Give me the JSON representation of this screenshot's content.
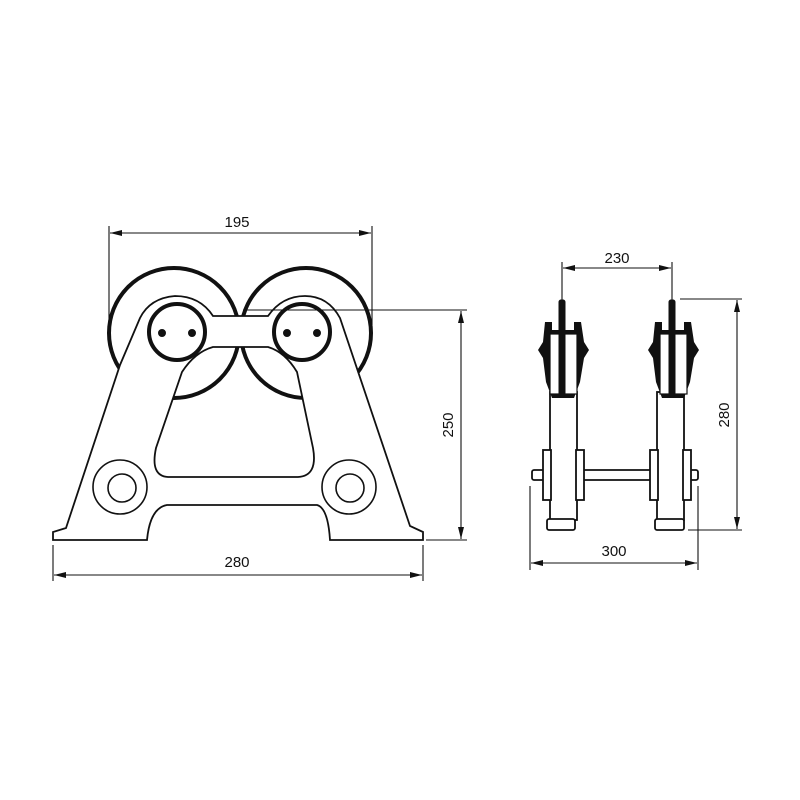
{
  "front_view": {
    "dimensions": {
      "roller_span": "195",
      "height": "250",
      "base_width": "280"
    }
  },
  "side_view": {
    "dimensions": {
      "roller_spacing": "230",
      "height": "280",
      "overall_width": "300"
    }
  },
  "colors": {
    "line": "#111111",
    "background": "#ffffff"
  }
}
